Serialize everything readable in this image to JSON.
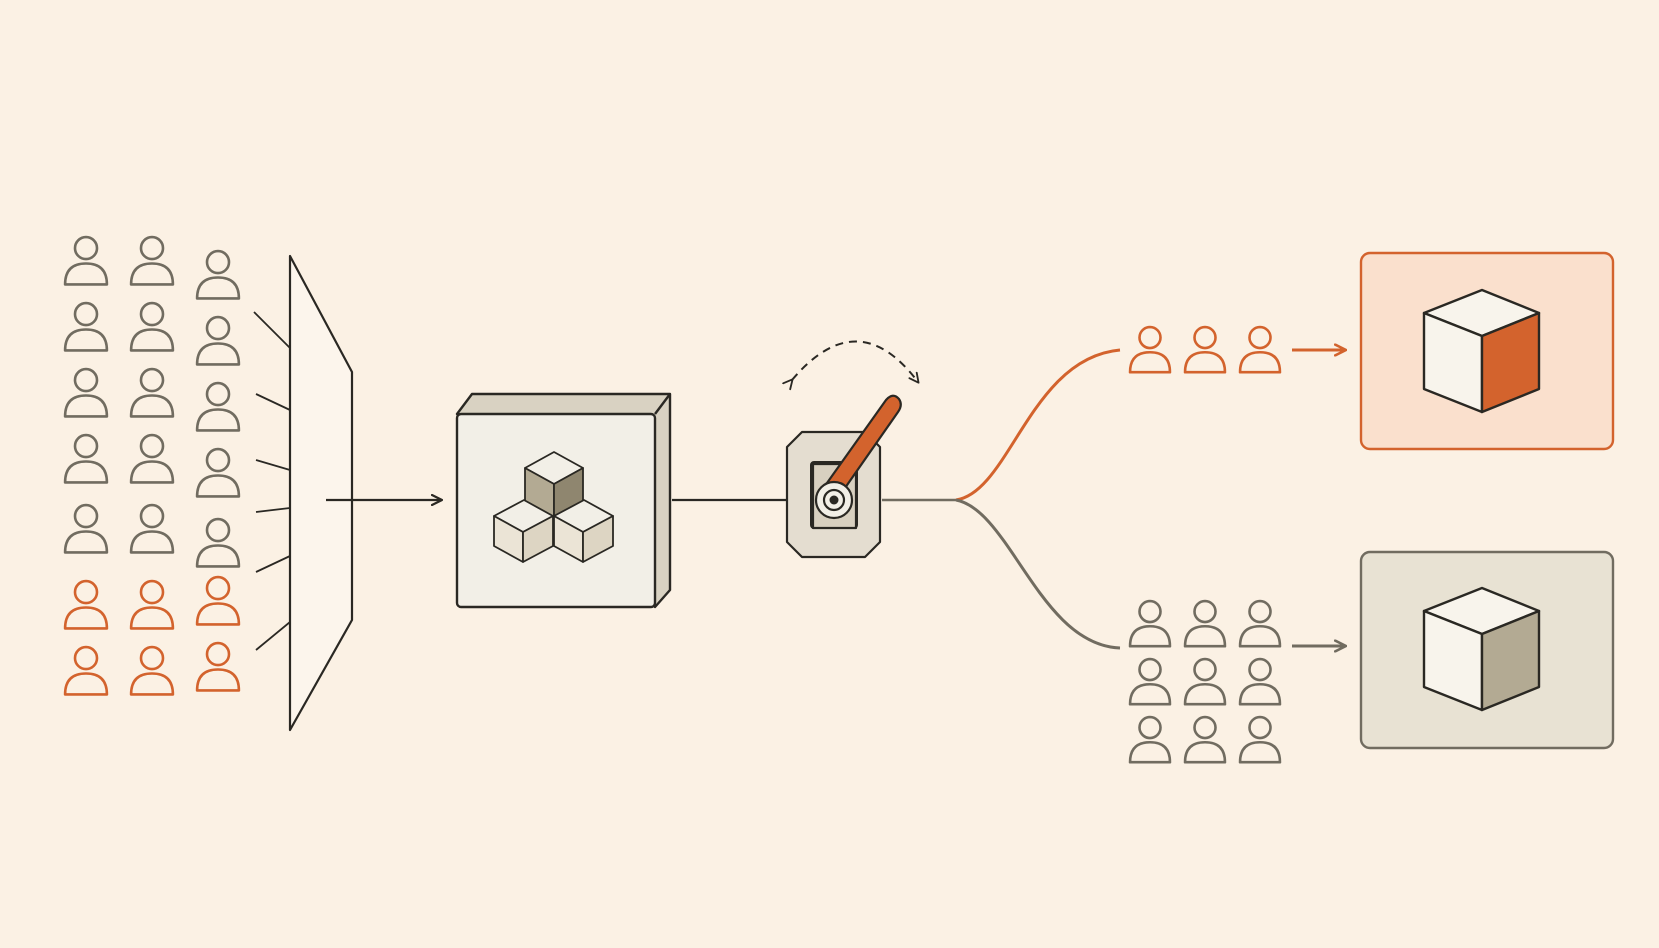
{
  "colors": {
    "background": "#fbf1e4",
    "ink": "#2a2823",
    "neutral": "#716c60",
    "accent": "#d3632d",
    "panel_fill": "#f2efe7",
    "cube_shade": "#b3aa93",
    "accent_panel_fill": "#fae0cd",
    "neutral_panel_fill": "#e8e2d3"
  },
  "population": {
    "icon": "person-icon",
    "columns": 3,
    "rows": 7,
    "neutral_rows": 5,
    "highlighted_rows": 2
  },
  "stages": [
    {
      "name": "funnel",
      "icon": "funnel-icon"
    },
    {
      "name": "model-box",
      "icon": "stacked-cubes-icon"
    },
    {
      "name": "switch",
      "icon": "lever-switch-icon"
    }
  ],
  "branches": {
    "top": {
      "group_icon": "person-icon",
      "people": 3,
      "color": "accent",
      "output_icon": "cube-icon"
    },
    "bottom": {
      "group_icon": "person-icon",
      "people": 9,
      "color": "neutral",
      "output_icon": "cube-icon"
    }
  }
}
